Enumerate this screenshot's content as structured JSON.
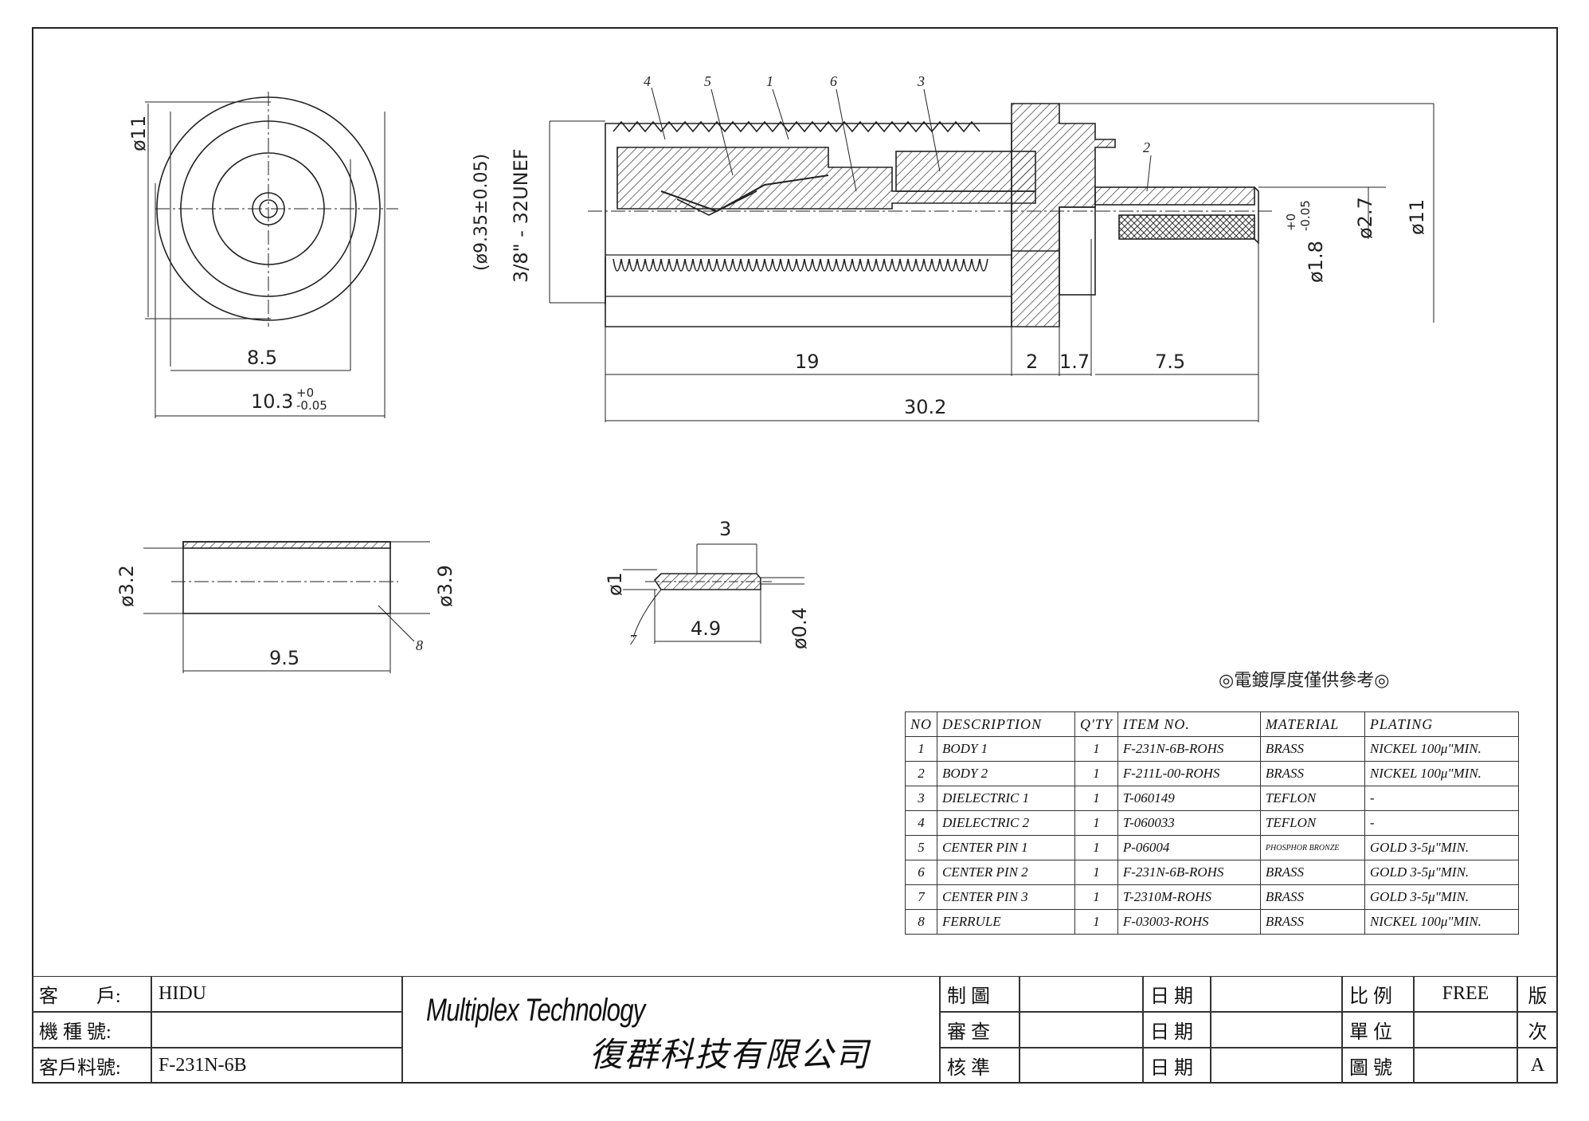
{
  "drawing": {
    "front_view": {
      "diameter_label": "ø11",
      "width_inner": "8.5",
      "width_outer": "10.3",
      "width_outer_tol_plus": "+0",
      "width_outer_tol_minus": "-0.05"
    },
    "side_view": {
      "thread_label": "3/8\" - 32UNEF",
      "thread_diameter": "(ø9.35±0.05)",
      "dim_19": "19",
      "dim_2": "2",
      "dim_1_7": "1.7",
      "dim_7_5": "7.5",
      "dim_total": "30.2",
      "pin_diameter": "ø1.8",
      "pin_tol_plus": "+0",
      "pin_tol_minus": "-0.05",
      "sleeve_diameter": "ø2.7",
      "outer_diameter": "ø11",
      "balloons": [
        "4",
        "5",
        "1",
        "6",
        "3",
        "2"
      ]
    },
    "ferrule_view": {
      "inner_diameter": "ø3.2",
      "outer_diameter": "ø3.9",
      "length": "9.5",
      "balloon": "8"
    },
    "pin_view": {
      "top_dim": "3",
      "diameter": "ø1",
      "length": "4.9",
      "tip_diameter": "ø0.4",
      "balloon": "7"
    },
    "plating_note": "◎電鍍厚度僅供參考◎"
  },
  "bom": {
    "headers": [
      "NO",
      "DESCRIPTION",
      "Q'TY",
      "ITEM NO.",
      "MATERIAL",
      "PLATING"
    ],
    "rows": [
      [
        "1",
        "BODY 1",
        "1",
        "F-231N-6B-ROHS",
        "BRASS",
        "NICKEL 100μ\"MIN."
      ],
      [
        "2",
        "BODY 2",
        "1",
        "F-211L-00-ROHS",
        "BRASS",
        "NICKEL 100μ\"MIN."
      ],
      [
        "3",
        "DIELECTRIC 1",
        "1",
        "T-060149",
        "TEFLON",
        "-"
      ],
      [
        "4",
        "DIELECTRIC 2",
        "1",
        "T-060033",
        "TEFLON",
        "-"
      ],
      [
        "5",
        "CENTER PIN 1",
        "1",
        "P-06004",
        "PHOSPHOR BRONZE",
        "GOLD 3-5μ\"MIN."
      ],
      [
        "6",
        "CENTER PIN 2",
        "1",
        "F-231N-6B-ROHS",
        "BRASS",
        "GOLD 3-5μ\"MIN."
      ],
      [
        "7",
        "CENTER PIN 3",
        "1",
        "T-2310M-ROHS",
        "BRASS",
        "GOLD 3-5μ\"MIN."
      ],
      [
        "8",
        "FERRULE",
        "1",
        "F-03003-ROHS",
        "BRASS",
        "NICKEL 100μ\"MIN."
      ]
    ]
  },
  "title_block": {
    "customer_label": "客　　戶:",
    "customer_value": "HIDU",
    "model_label": "機 種 號:",
    "model_value": "",
    "part_label": "客戶料號:",
    "part_value": "F-231N-6B",
    "company_en": "Multiplex Technology",
    "company_zh": "復群科技有限公司",
    "drawn_label": "制 圖",
    "checked_label": "審 查",
    "approved_label": "核 準",
    "date_label": "日 期",
    "scale_label": "比 例",
    "scale_value": "FREE",
    "unit_label": "單 位",
    "drawing_no_label": "圖 號",
    "rev_label_1": "版",
    "rev_label_2": "次",
    "rev_value": "A"
  }
}
